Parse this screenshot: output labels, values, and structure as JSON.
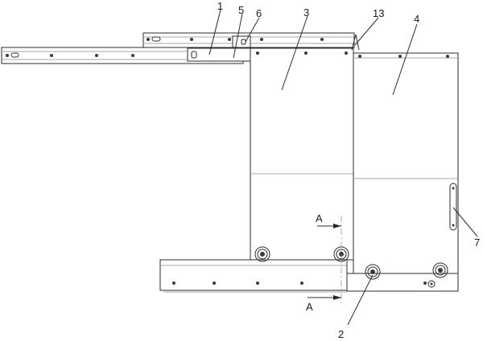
{
  "labels": {
    "part_1": "1",
    "part_2": "2",
    "part_3": "3",
    "part_4": "4",
    "part_5": "5",
    "part_6": "6",
    "part_7": "7",
    "part_13": "13",
    "section_top": "A",
    "section_bottom": "A"
  },
  "colors": {
    "line": "#2b2b2b",
    "background": "#ffffff"
  }
}
